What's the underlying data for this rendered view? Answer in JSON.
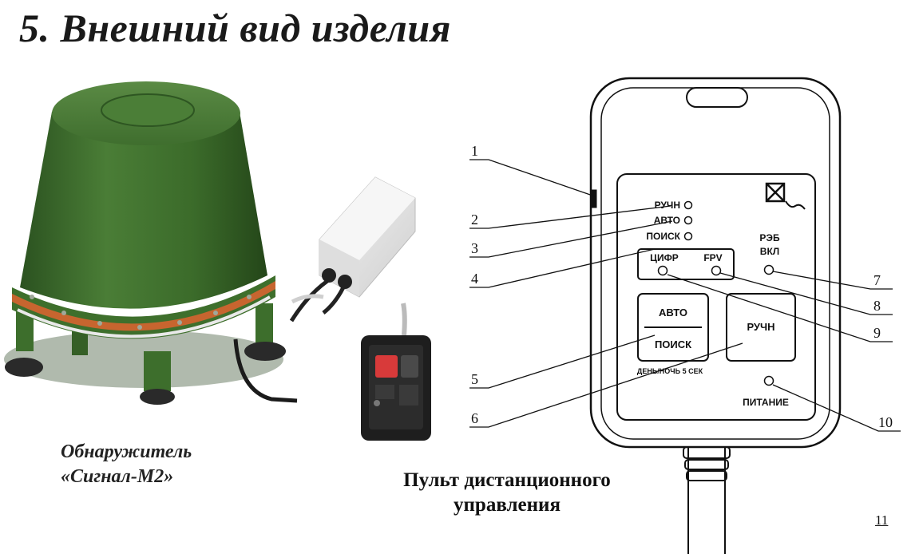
{
  "title": "5. Внешний вид изделия",
  "detector_caption": {
    "line1": "Обнаружитель",
    "line2": "«Сигнал-М2»"
  },
  "remote_caption": {
    "line1": "Пульт дистанционного",
    "line2": "управления"
  },
  "page_number": "11",
  "panel": {
    "led_manual": "РУЧН",
    "led_auto": "АВТО",
    "led_search": "ПОИСК",
    "reb_line1": "РЭБ",
    "reb_line2": "ВКЛ",
    "digital": "ЦИФР",
    "fpv": "FPV",
    "btn_auto": "АВТО",
    "btn_search": "ПОИСК",
    "btn_manual": "РУЧН",
    "day_night": "ДЕНЬ/НОЧЬ 5 СЕК",
    "power": "ПИТАНИЕ"
  },
  "callouts": [
    "1",
    "2",
    "3",
    "4",
    "5",
    "6",
    "7",
    "8",
    "9",
    "10"
  ],
  "colors": {
    "detector_green": "#3b6b2a",
    "detector_orange": "#c7652f",
    "text": "#111111"
  }
}
